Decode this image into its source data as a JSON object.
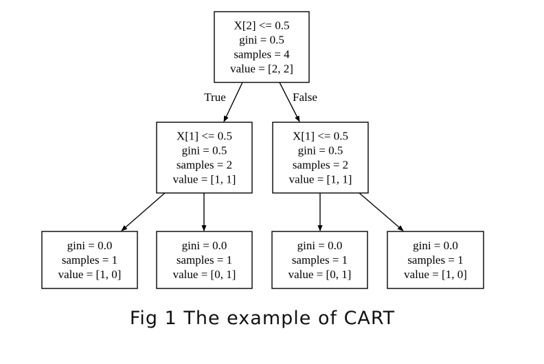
{
  "diagram": {
    "nodes": [
      {
        "id": "root",
        "lines": [
          "X[2] <= 0.5",
          "gini = 0.5",
          "samples = 4",
          "value = [2, 2]"
        ]
      },
      {
        "id": "left",
        "lines": [
          "X[1] <= 0.5",
          "gini = 0.5",
          "samples = 2",
          "value = [1, 1]"
        ]
      },
      {
        "id": "right",
        "lines": [
          "X[1] <= 0.5",
          "gini = 0.5",
          "samples = 2",
          "value = [1, 1]"
        ]
      },
      {
        "id": "leaf1",
        "lines": [
          "gini = 0.0",
          "samples = 1",
          "value = [1, 0]"
        ]
      },
      {
        "id": "leaf2",
        "lines": [
          "gini = 0.0",
          "samples = 1",
          "value = [0, 1]"
        ]
      },
      {
        "id": "leaf3",
        "lines": [
          "gini = 0.0",
          "samples = 1",
          "value = [0, 1]"
        ]
      },
      {
        "id": "leaf4",
        "lines": [
          "gini = 0.0",
          "samples = 1",
          "value = [1, 0]"
        ]
      }
    ],
    "edges": [
      {
        "from": "root",
        "to": "left",
        "label": "True"
      },
      {
        "from": "root",
        "to": "right",
        "label": "False"
      },
      {
        "from": "left",
        "to": "leaf1",
        "label": ""
      },
      {
        "from": "left",
        "to": "leaf2",
        "label": ""
      },
      {
        "from": "right",
        "to": "leaf3",
        "label": ""
      },
      {
        "from": "right",
        "to": "leaf4",
        "label": ""
      }
    ]
  },
  "caption": "Fig 1 The example of CART"
}
